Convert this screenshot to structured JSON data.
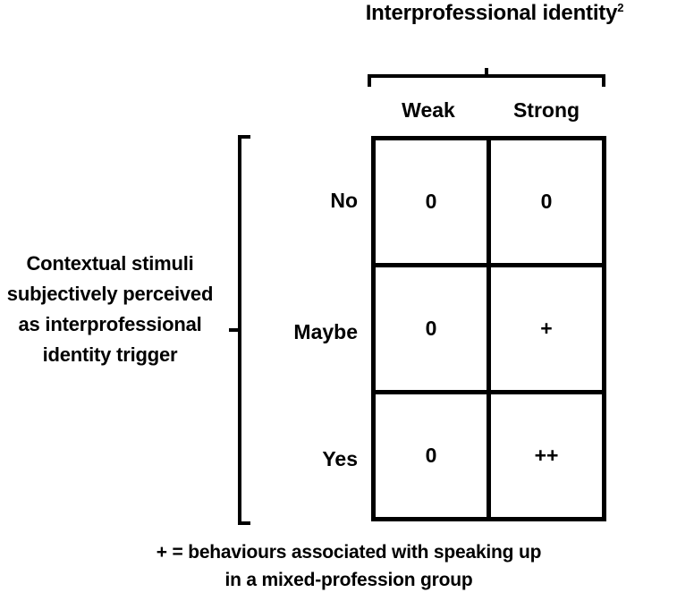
{
  "figure": {
    "column_group": {
      "title": "Interprofessional identity",
      "title_superscript": "2",
      "labels": [
        "Weak",
        "Strong"
      ]
    },
    "row_group": {
      "label": "Contextual stimuli subjectively perceived as interprofessional identity trigger",
      "labels": [
        "No",
        "Maybe",
        "Yes"
      ]
    },
    "matrix": {
      "rows": [
        {
          "row_label": "No",
          "cells": [
            "0",
            "0"
          ]
        },
        {
          "row_label": "Maybe",
          "cells": [
            "0",
            "+"
          ]
        },
        {
          "row_label": "Yes",
          "cells": [
            "0",
            "++"
          ]
        }
      ]
    },
    "legend": {
      "line1": "+ = behaviours associated with speaking up",
      "line2": "in a mixed-profession group"
    },
    "colors": {
      "ink": "#000000",
      "background": "#ffffff"
    }
  },
  "chart_data": {
    "type": "table",
    "title": "Interprofessional identity",
    "xlabel": "Interprofessional identity",
    "ylabel": "Contextual stimuli subjectively perceived as interprofessional identity trigger",
    "categories": [
      "Weak",
      "Strong"
    ],
    "row_categories": [
      "No",
      "Maybe",
      "Yes"
    ],
    "values": [
      [
        "0",
        "0"
      ],
      [
        "0",
        "+"
      ],
      [
        "0",
        "++"
      ]
    ],
    "annotations": [
      "+ = behaviours associated with speaking up in a mixed-profession group"
    ],
    "grid": true,
    "legend": "none"
  }
}
